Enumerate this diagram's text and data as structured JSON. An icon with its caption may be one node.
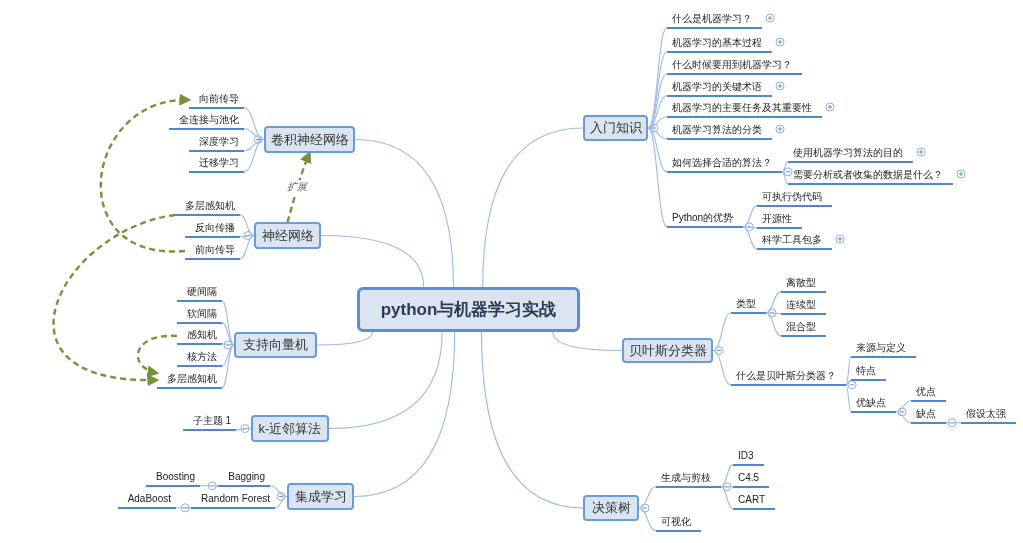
{
  "diagram": {
    "nodes": [
      {
        "text": [
          "python与机器学习实战"
        ]
      },
      {
        "text": [
          "入门知识"
        ]
      },
      {
        "text": [
          "什么是机器学习？"
        ]
      },
      {
        "text": [
          "机器学习的基本过程"
        ]
      },
      {
        "text": [
          "什么时候要用到机器学习？"
        ]
      },
      {
        "text": [
          "机器学习的关键术语"
        ]
      },
      {
        "text": [
          "机器学习的主要任务及其重要性"
        ]
      },
      {
        "text": [
          "机器学习算法的分类"
        ]
      },
      {
        "text": [
          "如何选择合适的算法？"
        ]
      },
      {
        "text": [
          "使用机器学习算法的目的"
        ]
      },
      {
        "text": [
          "需要分析或者收集的数据是什么？"
        ]
      },
      {
        "text": [
          "Python的优势"
        ]
      },
      {
        "text": [
          "可执行伪代码"
        ]
      },
      {
        "text": [
          "开源性"
        ]
      },
      {
        "text": [
          "科学工具包多"
        ]
      },
      {
        "text": [
          "贝叶斯分类器"
        ]
      },
      {
        "text": [
          "类型"
        ]
      },
      {
        "text": [
          "离散型"
        ]
      },
      {
        "text": [
          "连续型"
        ]
      },
      {
        "text": [
          "混合型"
        ]
      },
      {
        "text": [
          "什么是贝叶斯分类器？"
        ]
      },
      {
        "text": [
          "来源与定义"
        ]
      },
      {
        "text": [
          "特点"
        ]
      },
      {
        "text": [
          "优缺点"
        ]
      },
      {
        "text": [
          "优点"
        ]
      },
      {
        "text": [
          "缺点"
        ]
      },
      {
        "text": [
          "假设太强"
        ]
      },
      {
        "text": [
          "决策树"
        ]
      },
      {
        "text": [
          "生成与剪枝"
        ]
      },
      {
        "text": [
          "ID3"
        ]
      },
      {
        "text": [
          "C4.5"
        ]
      },
      {
        "text": [
          "CART"
        ]
      },
      {
        "text": [
          "可视化"
        ]
      },
      {
        "text": [
          "卷积神经网络"
        ]
      },
      {
        "text": [
          "向前传导"
        ]
      },
      {
        "text": [
          "全连接与池化"
        ]
      },
      {
        "text": [
          "深度学习"
        ]
      },
      {
        "text": [
          "迁移学习"
        ]
      },
      {
        "text": [
          "神经网络"
        ]
      },
      {
        "text": [
          "多层感知机"
        ]
      },
      {
        "text": [
          "反向传播"
        ]
      },
      {
        "text": [
          "前向传导"
        ]
      },
      {
        "text": [
          "支持向量机"
        ]
      },
      {
        "text": [
          "硬间隔"
        ]
      },
      {
        "text": [
          "软间隔"
        ]
      },
      {
        "text": [
          "感知机"
        ]
      },
      {
        "text": [
          "核方法"
        ]
      },
      {
        "text": [
          "多层感知机"
        ]
      },
      {
        "text": [
          "k-近邻算法"
        ]
      },
      {
        "text": [
          "子主题 1"
        ]
      },
      {
        "text": [
          "集成学习"
        ]
      },
      {
        "text": [
          "Bagging"
        ]
      },
      {
        "text": [
          "Boosting"
        ]
      },
      {
        "text": [
          "Random Forest"
        ]
      },
      {
        "text": [
          "AdaBoost"
        ]
      }
    ],
    "edges": [
      {
        "from": 0,
        "to": 1,
        "arrow": "none"
      },
      {
        "from": 0,
        "to": 15,
        "arrow": "none"
      },
      {
        "from": 0,
        "to": 27,
        "arrow": "none"
      },
      {
        "from": 0,
        "to": 33,
        "arrow": "none"
      },
      {
        "from": 0,
        "to": 38,
        "arrow": "none"
      },
      {
        "from": 0,
        "to": 42,
        "arrow": "none"
      },
      {
        "from": 0,
        "to": 48,
        "arrow": "none"
      },
      {
        "from": 0,
        "to": 50,
        "arrow": "none"
      },
      {
        "from": 1,
        "to": 2,
        "arrow": "none"
      },
      {
        "from": 1,
        "to": 3,
        "arrow": "none"
      },
      {
        "from": 1,
        "to": 4,
        "arrow": "none"
      },
      {
        "from": 1,
        "to": 5,
        "arrow": "none"
      },
      {
        "from": 1,
        "to": 6,
        "arrow": "none"
      },
      {
        "from": 1,
        "to": 7,
        "arrow": "none"
      },
      {
        "from": 1,
        "to": 8,
        "arrow": "none"
      },
      {
        "from": 1,
        "to": 11,
        "arrow": "none"
      },
      {
        "from": 8,
        "to": 9,
        "arrow": "none"
      },
      {
        "from": 8,
        "to": 10,
        "arrow": "none"
      },
      {
        "from": 11,
        "to": 12,
        "arrow": "none"
      },
      {
        "from": 11,
        "to": 13,
        "arrow": "none"
      },
      {
        "from": 11,
        "to": 14,
        "arrow": "none"
      },
      {
        "from": 15,
        "to": 16,
        "arrow": "none"
      },
      {
        "from": 15,
        "to": 20,
        "arrow": "none"
      },
      {
        "from": 16,
        "to": 17,
        "arrow": "none"
      },
      {
        "from": 16,
        "to": 18,
        "arrow": "none"
      },
      {
        "from": 16,
        "to": 19,
        "arrow": "none"
      },
      {
        "from": 20,
        "to": 21,
        "arrow": "none"
      },
      {
        "from": 20,
        "to": 22,
        "arrow": "none"
      },
      {
        "from": 20,
        "to": 23,
        "arrow": "none"
      },
      {
        "from": 23,
        "to": 24,
        "arrow": "none"
      },
      {
        "from": 23,
        "to": 25,
        "arrow": "none"
      },
      {
        "from": 25,
        "to": 26,
        "arrow": "none"
      },
      {
        "from": 27,
        "to": 28,
        "arrow": "none"
      },
      {
        "from": 27,
        "to": 32,
        "arrow": "none"
      },
      {
        "from": 28,
        "to": 29,
        "arrow": "none"
      },
      {
        "from": 28,
        "to": 30,
        "arrow": "none"
      },
      {
        "from": 28,
        "to": 31,
        "arrow": "none"
      },
      {
        "from": 33,
        "to": 34,
        "arrow": "none"
      },
      {
        "from": 33,
        "to": 35,
        "arrow": "none"
      },
      {
        "from": 33,
        "to": 36,
        "arrow": "none"
      },
      {
        "from": 33,
        "to": 37,
        "arrow": "none"
      },
      {
        "from": 38,
        "to": 39,
        "arrow": "none"
      },
      {
        "from": 38,
        "to": 40,
        "arrow": "none"
      },
      {
        "from": 38,
        "to": 41,
        "arrow": "none"
      },
      {
        "from": 42,
        "to": 43,
        "arrow": "none"
      },
      {
        "from": 42,
        "to": 44,
        "arrow": "none"
      },
      {
        "from": 42,
        "to": 45,
        "arrow": "none"
      },
      {
        "from": 42,
        "to": 46,
        "arrow": "none"
      },
      {
        "from": 42,
        "to": 47,
        "arrow": "none"
      },
      {
        "from": 48,
        "to": 49,
        "arrow": "none"
      },
      {
        "from": 50,
        "to": 51,
        "arrow": "none"
      },
      {
        "from": 50,
        "to": 53,
        "arrow": "none"
      },
      {
        "from": 51,
        "to": 52,
        "arrow": "none"
      },
      {
        "from": 53,
        "to": 54,
        "arrow": "none"
      },
      {
        "from": 41,
        "to": 34,
        "arrow": "to",
        "style": "dashed",
        "color": "#76923c"
      },
      {
        "from": 38,
        "to": 33,
        "arrow": "to",
        "style": "dashed",
        "color": "#76923c",
        "label": "扩展"
      },
      {
        "from": 39,
        "to": 47,
        "arrow": "to",
        "style": "dashed",
        "color": "#76923c"
      },
      {
        "from": 45,
        "to": 47,
        "arrow": "to",
        "style": "dashed",
        "color": "#76923c"
      }
    ]
  }
}
